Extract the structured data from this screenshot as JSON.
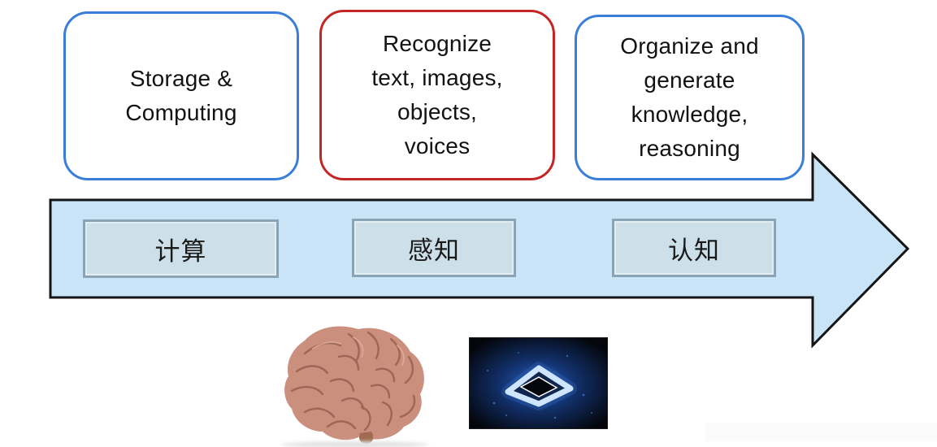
{
  "top_boxes": [
    {
      "id": "storage-computing",
      "label": "Storage &\nComputing",
      "border_color": "#3b7ed9"
    },
    {
      "id": "recognize",
      "label": "Recognize\ntext, images,\nobjects,\nvoices",
      "border_color": "#c42525"
    },
    {
      "id": "organize",
      "label": "Organize and\ngenerate\nknowledge,\nreasoning",
      "border_color": "#3b7ed9"
    }
  ],
  "arrow": {
    "fill_color": "#c9e4f6",
    "stroke_color": "#151515",
    "stage_fill_color": "#cde0ea",
    "stage_border_color": "#8aa4b6",
    "stages": [
      {
        "id": "compute",
        "label": "计算"
      },
      {
        "id": "perception",
        "label": "感知"
      },
      {
        "id": "cognition",
        "label": "认知"
      }
    ]
  },
  "illustrations": [
    {
      "name": "human-brain-photo"
    },
    {
      "name": "computer-chip-photo"
    }
  ]
}
